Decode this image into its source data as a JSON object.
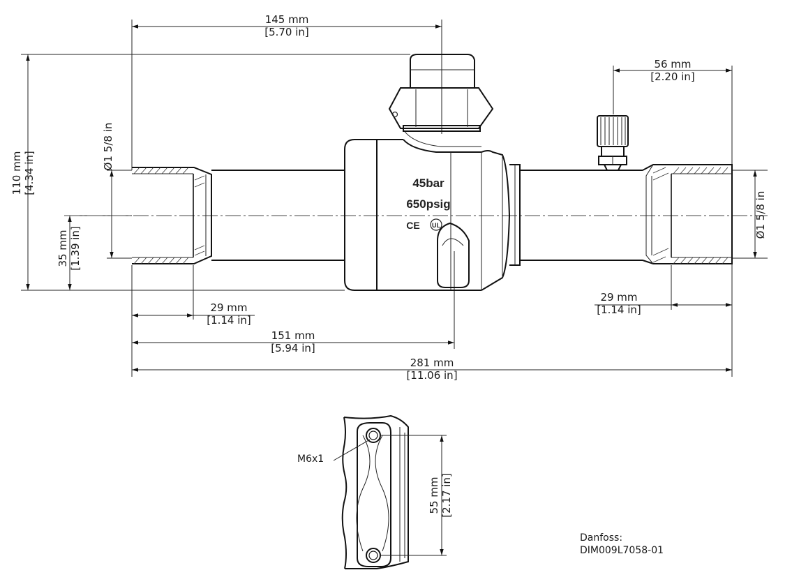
{
  "dimensions": {
    "top_width": {
      "mm": "145 mm",
      "in": "[5.70 in]"
    },
    "port_spacing": {
      "mm": "56 mm",
      "in": "[2.20 in]"
    },
    "height": {
      "mm": "110 mm",
      "in": "[4.34 in]"
    },
    "diameter_left": "Ø1 5/8 in",
    "diameter_right": "Ø1 5/8 in",
    "center_height": {
      "mm": "35 mm",
      "in": "[1.39 in]"
    },
    "socket_left": {
      "mm": "29 mm",
      "in": "[1.14 in]"
    },
    "socket_right": {
      "mm": "29 mm",
      "in": "[1.14 in]"
    },
    "to_handle": {
      "mm": "151 mm",
      "in": "[5.94 in]"
    },
    "overall_length": {
      "mm": "281 mm",
      "in": "[11.06 in]"
    },
    "mount_spacing": {
      "mm": "55 mm",
      "in": "[2.17 in]"
    }
  },
  "body_markings": {
    "pressure_bar": "45bar",
    "pressure_psig": "650psig",
    "ce_mark": "CE",
    "ul_mark": "UL"
  },
  "thread_label": "M6x1",
  "reference": {
    "brand": "Danfoss:",
    "code": "DIM009L7058-01"
  }
}
